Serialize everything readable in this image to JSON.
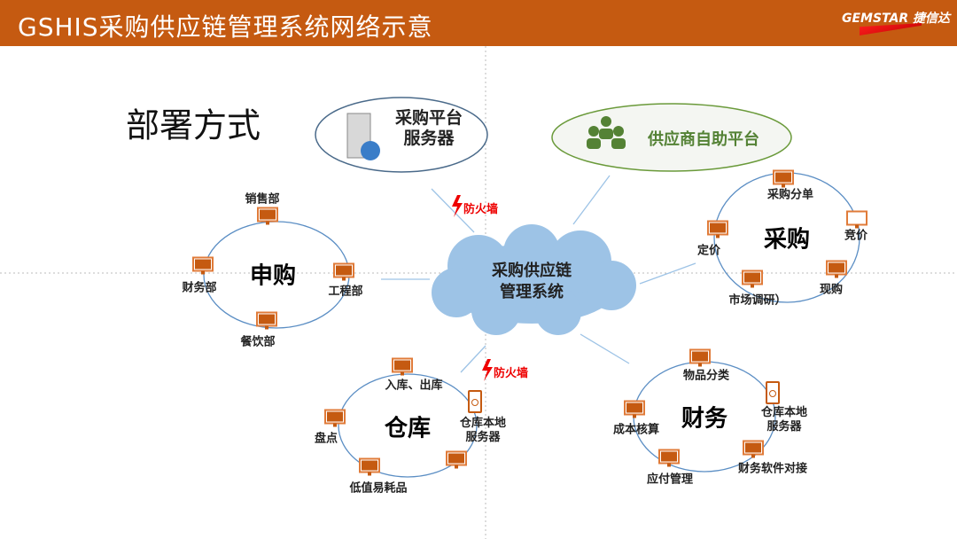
{
  "header": {
    "title": "GSHIS采购供应链管理系统网络示意",
    "logo": "GEMSTAR 捷信达"
  },
  "heading": "部署方式",
  "server": {
    "line1": "采购平台",
    "line2": "服务器"
  },
  "supplier": "供应商自助平台",
  "cloud": {
    "line1": "采购供应链",
    "line2": "管理系统"
  },
  "firewall": "防火墙",
  "shengou": {
    "title": "申购",
    "nodes": [
      "销售部",
      "财务部",
      "工程部",
      "餐饮部"
    ]
  },
  "caigou": {
    "title": "采购",
    "nodes": [
      "采购分单",
      "竞价",
      "现购",
      "市场调研）",
      "定价"
    ]
  },
  "cangku": {
    "title": "仓库",
    "nodes": [
      "入库、出库",
      "仓库本地",
      "服务器",
      "盘点",
      "低值易耗品"
    ]
  },
  "caiwu": {
    "title": "财务",
    "nodes": [
      "物品分类",
      "仓库本地",
      "服务器",
      "财务软件对接",
      "应付管理",
      "成本核算"
    ]
  },
  "colors": {
    "header": "#c55a11",
    "cloud": "#9dc3e6",
    "green": "#548235",
    "ring": "#5b8ec4"
  }
}
